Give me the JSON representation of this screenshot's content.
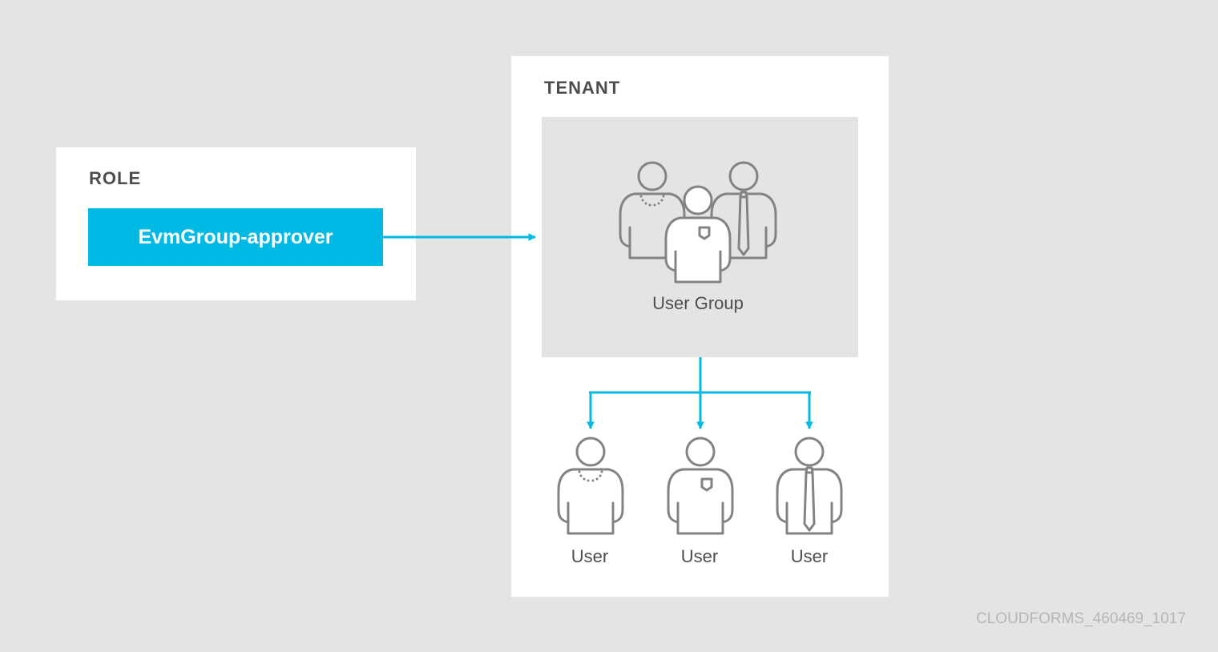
{
  "role": {
    "heading": "ROLE",
    "name": "EvmGroup-approver"
  },
  "tenant": {
    "heading": "TENANT",
    "user_group_label": "User Group",
    "users": [
      {
        "label": "User"
      },
      {
        "label": "User"
      },
      {
        "label": "User"
      }
    ]
  },
  "figure_id": "CLOUDFORMS_460469_1017",
  "colors": {
    "background": "#e4e4e4",
    "panel": "#ffffff",
    "accent": "#00b9e4",
    "icon_stroke": "#838383",
    "text": "#4d4d4d"
  },
  "icons": [
    "user-group-icon",
    "user-necklace-icon",
    "user-pocket-icon",
    "user-tie-icon",
    "arrow-icon"
  ]
}
